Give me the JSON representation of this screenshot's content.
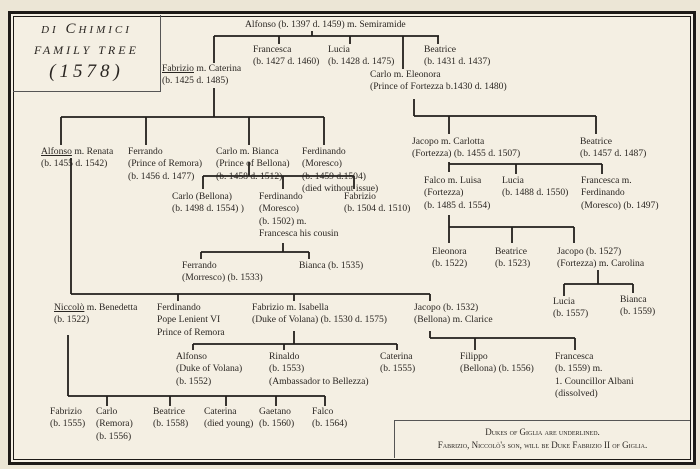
{
  "title": {
    "line1": "di Chimici",
    "line2": "family tree",
    "year": "(1578)"
  },
  "nodes": {
    "alfonso_root": [
      "Alfonso (b. 1397 d. 1459) m. Semiramide"
    ],
    "francesca_1427": [
      "Francesca",
      "(b. 1427 d. 1460)"
    ],
    "lucia_1428": [
      "Lucia",
      "(b. 1428 d. 1475)"
    ],
    "beatrice_1431": [
      "Beatrice",
      "(b. 1431 d. 1437)"
    ],
    "fabrizio_caterina": {
      "name": "Fabrizio",
      "rest": " m. Caterina",
      "line2": "(b. 1425 d. 1485)"
    },
    "carlo_eleonora": [
      "Carlo m. Eleonora",
      "(Prince of Fortezza b.1430 d. 1480)"
    ],
    "alfonso_renata": {
      "name": "Alfonso",
      "rest": " m. Renata",
      "line2": "(b. 1455 d. 1542)"
    },
    "ferrando_remora": [
      "Ferrando",
      "(Prince of Remora)",
      "(b. 1456 d. 1477)"
    ],
    "carlo_bianca": [
      "Carlo m. Bianca",
      "(Prince of Bellona)",
      "(b. 1458 d. 1512)"
    ],
    "ferdinando_1459": [
      "Ferdinando",
      "(Moresco)",
      "(b. 1459 d.1504)",
      "(died without issue)"
    ],
    "jacopo_carlotta": [
      "Jacopo m. Carlotta",
      "(Fortezza) (b. 1455 d. 1507)"
    ],
    "beatrice_1457": [
      "Beatrice",
      "(b. 1457 d. 1487)"
    ],
    "carlo_bellona": [
      "Carlo (Bellona)",
      "(b. 1498 d. 1554) )"
    ],
    "ferdinando_1502": [
      "Ferdinando",
      "(Moresco)",
      "(b. 1502) m.",
      "Francesca his cousin"
    ],
    "fabrizio_1504": [
      "Fabrizio",
      "(b. 1504 d. 1510)"
    ],
    "falco_luisa": [
      "Falco m. Luisa",
      "(Fortezza)",
      "(b. 1485 d. 1554)"
    ],
    "lucia_1488": [
      "Lucia",
      "(b. 1488 d. 1550)"
    ],
    "francesca_ferdinando": [
      "Francesca m.",
      "Ferdinando",
      "(Moresco) (b. 1497)"
    ],
    "eleonora_1522": [
      "Eleonora",
      "(b. 1522)"
    ],
    "beatrice_1523": [
      "Beatrice",
      "(b. 1523)"
    ],
    "jacopo_1527": [
      "Jacopo (b. 1527)",
      "(Fortezza) m. Carolina"
    ],
    "ferrando_1533": [
      "Ferrando",
      "(Morresco) (b. 1533)"
    ],
    "bianca_1535": [
      "Bianca (b. 1535)"
    ],
    "lucia_1557": [
      "Lucia",
      "(b. 1557)"
    ],
    "bianca_1559": [
      "Bianca",
      "(b. 1559)"
    ],
    "niccolo_benedetta": {
      "name": "Niccolò",
      "rest": " m. Benedetta",
      "line2": "(b. 1522)"
    },
    "ferdinando_pope": [
      "Ferdinando",
      "Pope Lenient VI",
      "Prince of Remora"
    ],
    "fabrizio_isabella": [
      "Fabrizio m. Isabella",
      "(Duke of Volana) (b. 1530 d. 1575)"
    ],
    "jacopo_1532": [
      "Jacopo (b. 1532)",
      "(Bellona) m. Clarice"
    ],
    "alfonso_volana": [
      "Alfonso",
      "(Duke of Volana)",
      "(b. 1552)"
    ],
    "rinaldo": [
      "Rinaldo",
      "(b. 1553)",
      "(Ambassador to Bellezza)"
    ],
    "caterina_1555": [
      "Caterina",
      "(b. 1555)"
    ],
    "filippo": [
      "Filippo",
      "(Bellona) (b. 1556)"
    ],
    "francesca_1559": [
      "Francesca",
      "(b. 1559) m.",
      "1. Councillor Albani",
      "(dissolved)"
    ],
    "fabrizio_1555": [
      "Fabrizio",
      "(b. 1555)"
    ],
    "carlo_1556": [
      "Carlo",
      "(Remora)",
      "(b. 1556)"
    ],
    "beatrice_1558": [
      "Beatrice",
      "(b. 1558)"
    ],
    "caterina_young": [
      "Caterina",
      "(died young)"
    ],
    "gaetano": [
      "Gaetano",
      "(b. 1560)"
    ],
    "falco_1564": [
      "Falco",
      "(b. 1564)"
    ]
  },
  "legend": {
    "line1": "Dukes of Giglia are underlined.",
    "line2": "Fabrizio, Niccolò's son, will be Duke Fabrizio II of Giglia."
  }
}
